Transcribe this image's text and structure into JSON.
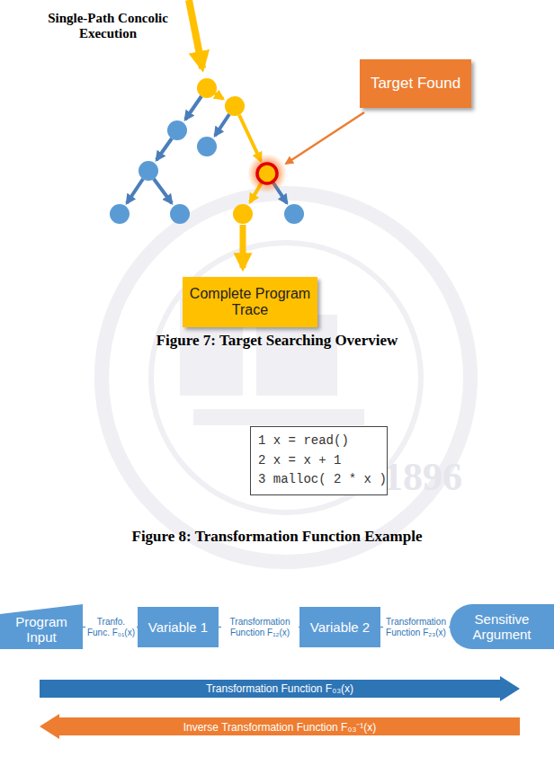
{
  "diagram": {
    "nodes": [
      {
        "text": [
          "Target Found"
        ]
      },
      {
        "text": [
          "Complete Program Trace"
        ]
      },
      {
        "text": [
          "1 x = read()",
          "2 x = x + 1",
          "3 malloc( 2 * x )"
        ]
      },
      {
        "text": [
          "Program Input"
        ]
      },
      {
        "text": [
          "Variable 1"
        ]
      },
      {
        "text": [
          "Variable 2"
        ]
      },
      {
        "text": [
          "Sensitive Argument"
        ]
      },
      {
        "text": [
          "Transformation Function F₀₃(x)"
        ]
      },
      {
        "text": [
          "Inverse Transformation Function F₀₃⁻¹(x)"
        ]
      }
    ],
    "edges": [
      {
        "from": 3,
        "to": 4,
        "arrow": "none",
        "label": "Tranfo. Func. F₀₁(x)"
      },
      {
        "from": 4,
        "to": 5,
        "arrow": "none",
        "label": "Transformation Function F₁₂(x)"
      },
      {
        "from": 5,
        "to": 6,
        "arrow": "none",
        "label": "Transformation Function F₂₃(x)"
      }
    ],
    "labels": [
      "Single-Path Concolic Execution",
      "Figure 7: Target Searching Overview",
      "Figure 8: Transformation Function Example",
      "1896"
    ]
  }
}
